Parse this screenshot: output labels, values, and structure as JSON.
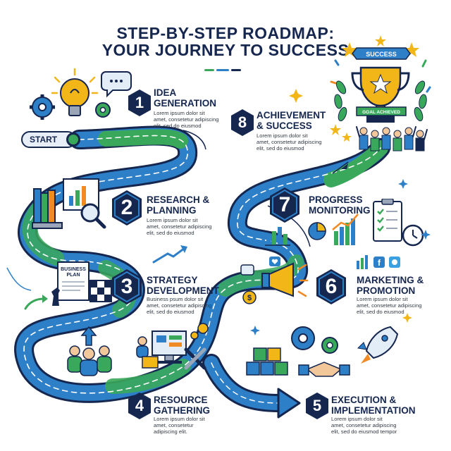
{
  "header": {
    "title_line1": "STEP-BY-STEP ROADMAP:",
    "title_line2": "YOUR JOURNEY TO SUCCESS"
  },
  "start_label": "START",
  "colors": {
    "navy": "#15264f",
    "road_blue": "#2d7fc8",
    "road_green": "#3aa85a",
    "gold": "#f2b619",
    "accent_orange": "#f08a24"
  },
  "steps": [
    {
      "number": "1",
      "title_l1": "IDEA",
      "title_l2": "GENERATION",
      "desc": [
        "Lorem ipsum dolor sit",
        "amet, consetetur adipiscing",
        "elit, sed do eiusmod"
      ]
    },
    {
      "number": "2",
      "title_l1": "RESEARCH &",
      "title_l2": "PLANNING",
      "desc": [
        "Lorem ipsum dolor sit",
        "amet, consetetur adipiscing",
        "elit, sed do eiusmod"
      ]
    },
    {
      "number": "3",
      "title_l1": "STRATEGY",
      "title_l2": "DEVELOPMENT",
      "desc": [
        "Business psum dolor sit",
        "amet, consetetur adipiscing",
        "elit, sed do eiusmod"
      ]
    },
    {
      "number": "4",
      "title_l1": "RESOURCE",
      "title_l2": "GATHERING",
      "desc": [
        "Lorem ipsum dolor sit",
        "amet, consetetur",
        "adipiscing elit."
      ]
    },
    {
      "number": "5",
      "title_l1": "EXECUTION &",
      "title_l2": "IMPLEMENTATION",
      "desc": [
        "Lorem ipsum dolor sit",
        "amet, consetetur adipiscing",
        "elit, sed do eiusmod tempor"
      ]
    },
    {
      "number": "6",
      "title_l1": "MARKETING &",
      "title_l2": "PROMOTION",
      "desc": [
        "Lorem ipsum dolor sit",
        "amet, consetetur adipiscing",
        "elit, sed do eiusmod"
      ]
    },
    {
      "number": "7",
      "title_l1": "PROGRESS",
      "title_l2": "MONITORING",
      "desc": []
    },
    {
      "number": "8",
      "title_l1": "ACHIEVEMENT",
      "title_l2": "& SUCCESS",
      "desc": [
        "Lorem ipsum dolor sit",
        "amet, consetetur adipiscing",
        "elit, sed do eiusmod"
      ]
    }
  ],
  "trophy": {
    "banner": "SUCCESS",
    "ribbon": "GOAL ACHIEVED"
  },
  "business_plan_label": [
    "BUSINESS",
    "PLAN"
  ],
  "icons": [
    "lightbulb-icon",
    "gear-icon",
    "chat-bubble-icon",
    "books-icon",
    "chart-board-icon",
    "magnifier-icon",
    "chess-knight-icon",
    "target-icon",
    "team-icon",
    "computer-icon",
    "wrench-icon",
    "blocks-icon",
    "handshake-icon",
    "rocket-icon",
    "megaphone-icon",
    "dollar-icon",
    "facebook-icon",
    "twitter-icon",
    "bar-chart-icon",
    "pie-chart-icon",
    "checklist-icon",
    "clock-icon",
    "trophy-icon",
    "laurel-icon",
    "star-icon"
  ]
}
